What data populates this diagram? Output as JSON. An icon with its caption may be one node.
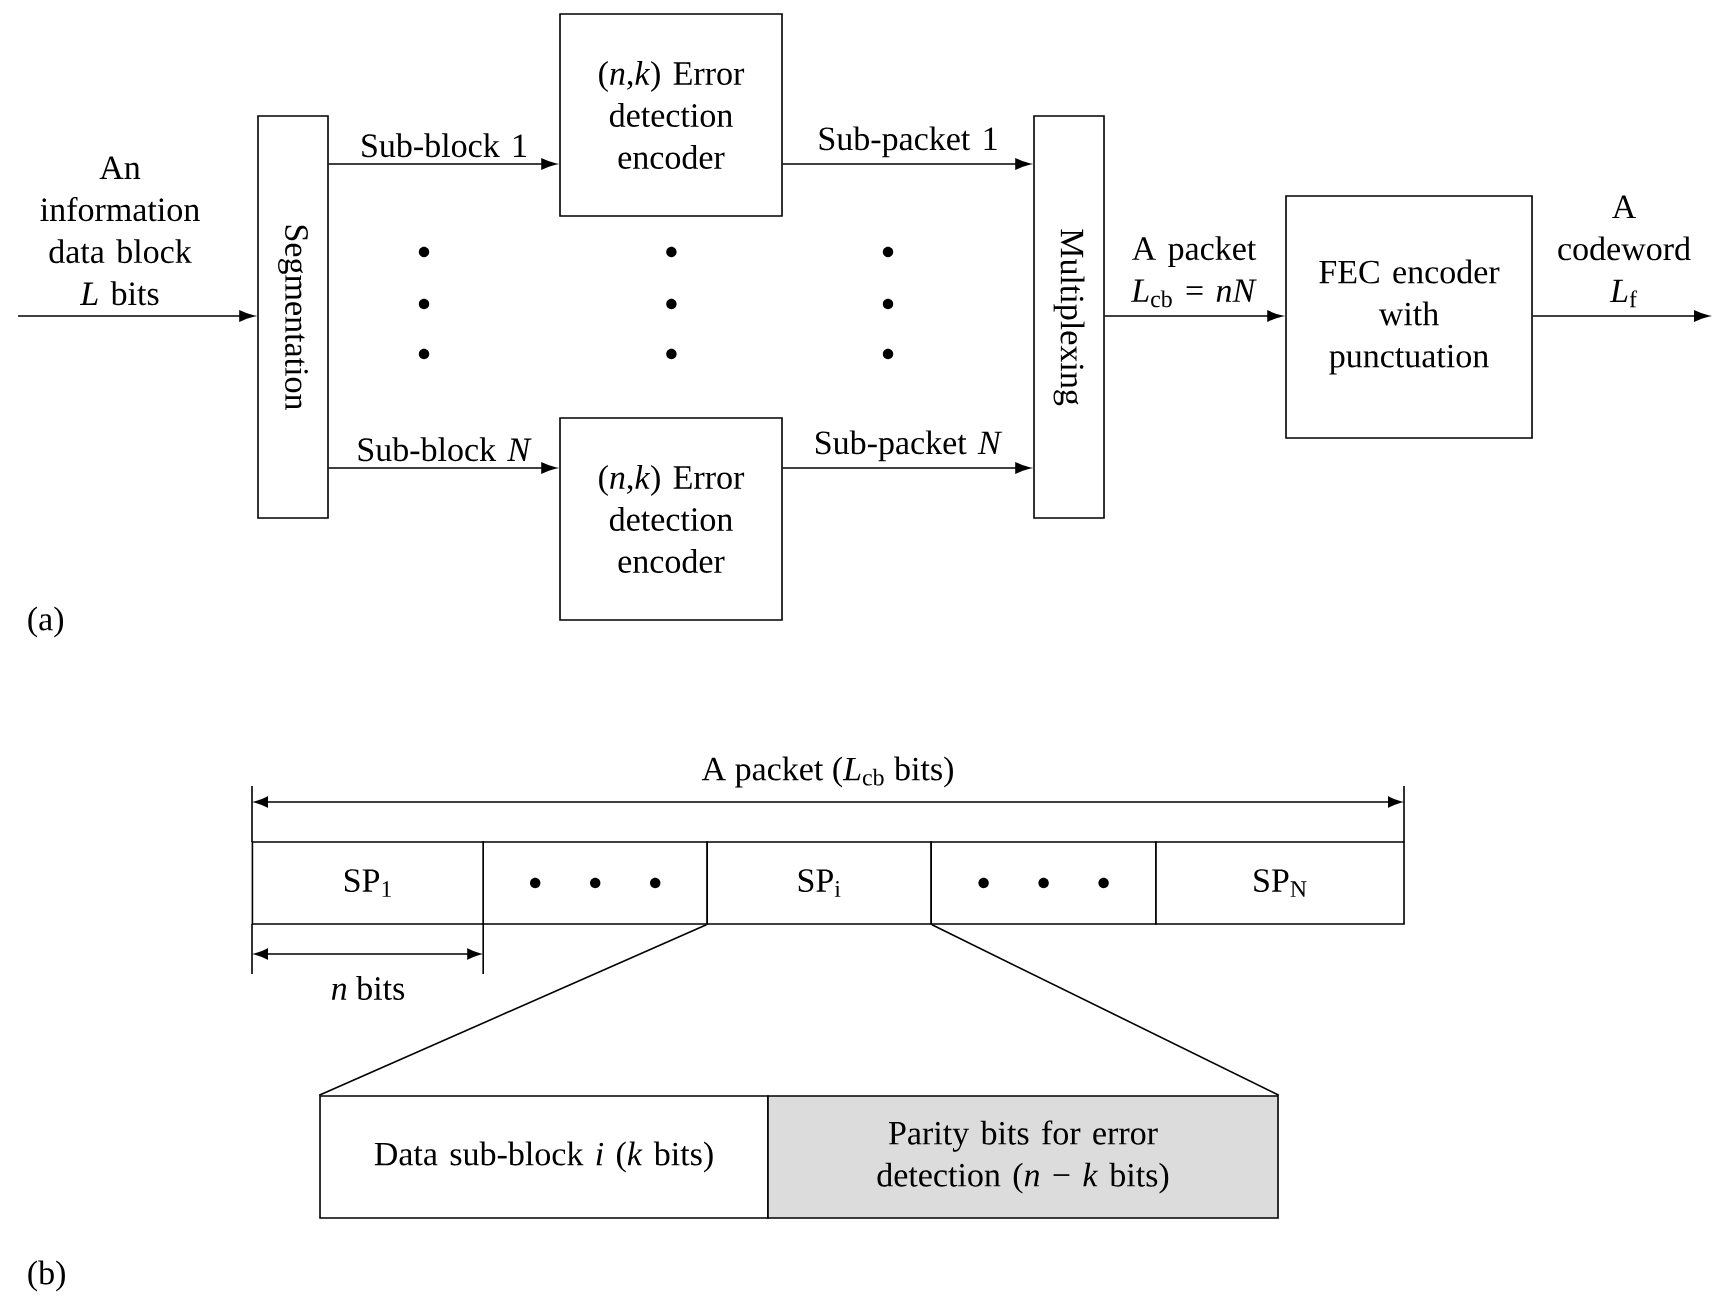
{
  "diagram": {
    "nodes": [
      {
        "text": [
          "Segmentation"
        ]
      },
      {
        "text": [
          "(*n*,*k*) Error detection encoder"
        ]
      },
      {
        "text": [
          "(*n*,*k*) Error detection encoder"
        ]
      },
      {
        "text": [
          "Multiplexing"
        ]
      },
      {
        "text": [
          "FEC encoder with punctuation"
        ]
      },
      {
        "text": [
          "SP$_{1}$"
        ]
      },
      {
        "text": [],
        "shape": "box"
      },
      {
        "text": [
          "SP$_{i}$"
        ]
      },
      {
        "text": [],
        "shape": "box"
      },
      {
        "text": [
          "SP$_{N}$"
        ]
      },
      {
        "text": [
          "Data sub-block *i* (*k* bits)"
        ]
      },
      {
        "text": [
          "Parity bits for error detection (*n* − *k* bits)"
        ]
      }
    ],
    "edges": [
      {
        "from": null,
        "to": 0,
        "arrow": "to",
        "label": "An information data block *L* bits"
      },
      {
        "from": 0,
        "to": 1,
        "arrow": "to",
        "label": "Sub-block 1"
      },
      {
        "from": 0,
        "to": 2,
        "arrow": "to",
        "label": "Sub-block *N*"
      },
      {
        "from": 1,
        "to": 3,
        "arrow": "to",
        "label": "Sub-packet 1"
      },
      {
        "from": 2,
        "to": 3,
        "arrow": "to",
        "label": "Sub-packet *N*"
      },
      {
        "from": 3,
        "to": 4,
        "arrow": "to",
        "label": "A packet *L*$_{cb}$ = *nN*"
      },
      {
        "from": 4,
        "to": null,
        "arrow": "to",
        "label": "A codeword *L*$_{f}$"
      },
      {
        "from": 7,
        "to": 10,
        "arrow": "none"
      },
      {
        "from": 7,
        "to": 11,
        "arrow": "none"
      }
    ],
    "labels": [
      "(a)",
      "A packet (*L*$_{cb}$ bits)",
      "*n* bits",
      "(b)"
    ]
  }
}
